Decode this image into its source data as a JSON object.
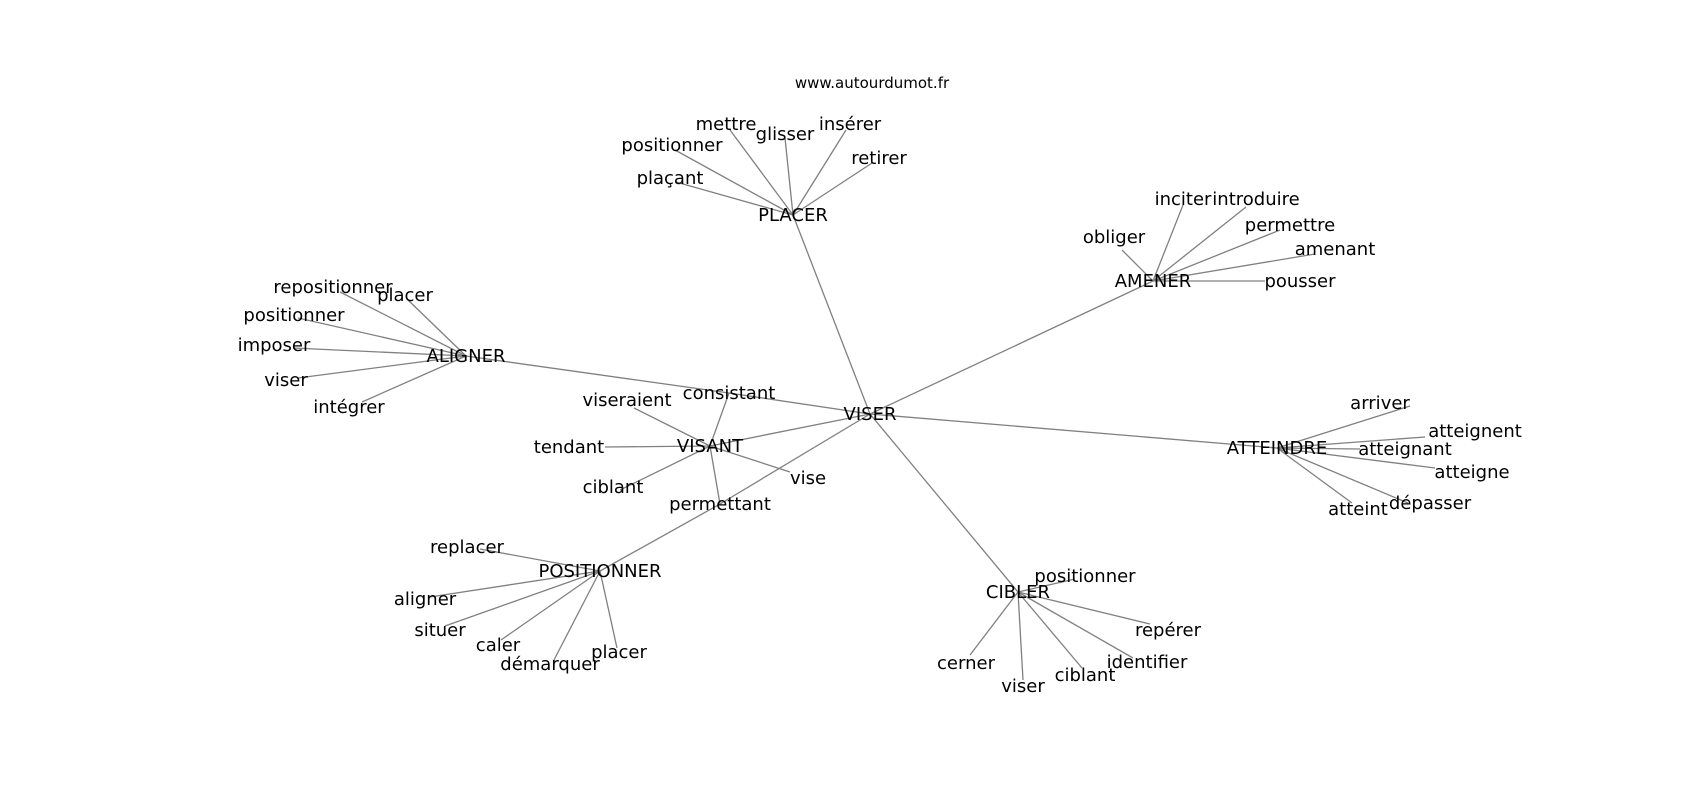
{
  "caption": "www.autourdumot.fr",
  "colors": {
    "edge": "#808080",
    "text": "#000000",
    "background": "#ffffff"
  },
  "nodes": [
    {
      "id": "viser_c",
      "label": "VISER"
    },
    {
      "id": "placer_h",
      "label": "PLACER"
    },
    {
      "id": "amener_h",
      "label": "AMENER"
    },
    {
      "id": "aligner_h",
      "label": "ALIGNER"
    },
    {
      "id": "atteindre_h",
      "label": "ATTEINDRE"
    },
    {
      "id": "visant_h",
      "label": "VISANT"
    },
    {
      "id": "positionner_h",
      "label": "POSITIONNER"
    },
    {
      "id": "cibler_h",
      "label": "CIBLER"
    },
    {
      "id": "consistant",
      "label": "consistant"
    },
    {
      "id": "permettant",
      "label": "permettant"
    },
    {
      "id": "p_mettre",
      "label": "mettre"
    },
    {
      "id": "p_glisser",
      "label": "glisser"
    },
    {
      "id": "p_inserer",
      "label": "insérer"
    },
    {
      "id": "p_positionner",
      "label": "positionner"
    },
    {
      "id": "p_retirer",
      "label": "retirer"
    },
    {
      "id": "p_placant",
      "label": "plaçant"
    },
    {
      "id": "a_inciter",
      "label": "inciter"
    },
    {
      "id": "a_introduire",
      "label": "introduire"
    },
    {
      "id": "a_permettre",
      "label": "permettre"
    },
    {
      "id": "a_obliger",
      "label": "obliger"
    },
    {
      "id": "a_amenant",
      "label": "amenant"
    },
    {
      "id": "a_pousser",
      "label": "pousser"
    },
    {
      "id": "al_repositionner",
      "label": "repositionner"
    },
    {
      "id": "al_placer",
      "label": "placer"
    },
    {
      "id": "al_positionner",
      "label": "positionner"
    },
    {
      "id": "al_imposer",
      "label": "imposer"
    },
    {
      "id": "al_viser",
      "label": "viser"
    },
    {
      "id": "al_integrer",
      "label": "intégrer"
    },
    {
      "id": "at_arriver",
      "label": "arriver"
    },
    {
      "id": "at_atteignent",
      "label": "atteignent"
    },
    {
      "id": "at_atteignant",
      "label": "atteignant"
    },
    {
      "id": "at_atteigne",
      "label": "atteigne"
    },
    {
      "id": "at_depasser",
      "label": "dépasser"
    },
    {
      "id": "at_atteint",
      "label": "atteint"
    },
    {
      "id": "v_viseraient",
      "label": "viseraient"
    },
    {
      "id": "v_tendant",
      "label": "tendant"
    },
    {
      "id": "v_ciblant",
      "label": "ciblant"
    },
    {
      "id": "v_vise",
      "label": "vise"
    },
    {
      "id": "po_replacer",
      "label": "replacer"
    },
    {
      "id": "po_aligner",
      "label": "aligner"
    },
    {
      "id": "po_situer",
      "label": "situer"
    },
    {
      "id": "po_caler",
      "label": "caler"
    },
    {
      "id": "po_demarquer",
      "label": "démarquer"
    },
    {
      "id": "po_placer",
      "label": "placer"
    },
    {
      "id": "c_positionner",
      "label": "positionner"
    },
    {
      "id": "c_reperer",
      "label": "repérer"
    },
    {
      "id": "c_identifier",
      "label": "identifier"
    },
    {
      "id": "c_cerner",
      "label": "cerner"
    },
    {
      "id": "c_viser",
      "label": "viser"
    },
    {
      "id": "c_ciblant",
      "label": "ciblant"
    }
  ],
  "edges": [
    [
      "viser_c",
      "placer_h"
    ],
    [
      "viser_c",
      "amener_h"
    ],
    [
      "viser_c",
      "atteindre_h"
    ],
    [
      "viser_c",
      "cibler_h"
    ],
    [
      "viser_c",
      "visant_h"
    ],
    [
      "viser_c",
      "consistant"
    ],
    [
      "viser_c",
      "permettant"
    ],
    [
      "consistant",
      "aligner_h"
    ],
    [
      "consistant",
      "visant_h"
    ],
    [
      "permettant",
      "positionner_h"
    ],
    [
      "permettant",
      "visant_h"
    ],
    [
      "placer_h",
      "p_mettre"
    ],
    [
      "placer_h",
      "p_glisser"
    ],
    [
      "placer_h",
      "p_inserer"
    ],
    [
      "placer_h",
      "p_positionner"
    ],
    [
      "placer_h",
      "p_retirer"
    ],
    [
      "placer_h",
      "p_placant"
    ],
    [
      "amener_h",
      "a_inciter"
    ],
    [
      "amener_h",
      "a_introduire"
    ],
    [
      "amener_h",
      "a_permettre"
    ],
    [
      "amener_h",
      "a_obliger"
    ],
    [
      "amener_h",
      "a_amenant"
    ],
    [
      "amener_h",
      "a_pousser"
    ],
    [
      "aligner_h",
      "al_repositionner"
    ],
    [
      "aligner_h",
      "al_placer"
    ],
    [
      "aligner_h",
      "al_positionner"
    ],
    [
      "aligner_h",
      "al_imposer"
    ],
    [
      "aligner_h",
      "al_viser"
    ],
    [
      "aligner_h",
      "al_integrer"
    ],
    [
      "atteindre_h",
      "at_arriver"
    ],
    [
      "atteindre_h",
      "at_atteignent"
    ],
    [
      "atteindre_h",
      "at_atteignant"
    ],
    [
      "atteindre_h",
      "at_atteigne"
    ],
    [
      "atteindre_h",
      "at_depasser"
    ],
    [
      "atteindre_h",
      "at_atteint"
    ],
    [
      "visant_h",
      "v_viseraient"
    ],
    [
      "visant_h",
      "v_tendant"
    ],
    [
      "visant_h",
      "v_ciblant"
    ],
    [
      "visant_h",
      "v_vise"
    ],
    [
      "positionner_h",
      "po_replacer"
    ],
    [
      "positionner_h",
      "po_aligner"
    ],
    [
      "positionner_h",
      "po_situer"
    ],
    [
      "positionner_h",
      "po_caler"
    ],
    [
      "positionner_h",
      "po_demarquer"
    ],
    [
      "positionner_h",
      "po_placer"
    ],
    [
      "cibler_h",
      "c_positionner"
    ],
    [
      "cibler_h",
      "c_reperer"
    ],
    [
      "cibler_h",
      "c_identifier"
    ],
    [
      "cibler_h",
      "c_cerner"
    ],
    [
      "cibler_h",
      "c_viser"
    ],
    [
      "cibler_h",
      "c_ciblant"
    ]
  ]
}
